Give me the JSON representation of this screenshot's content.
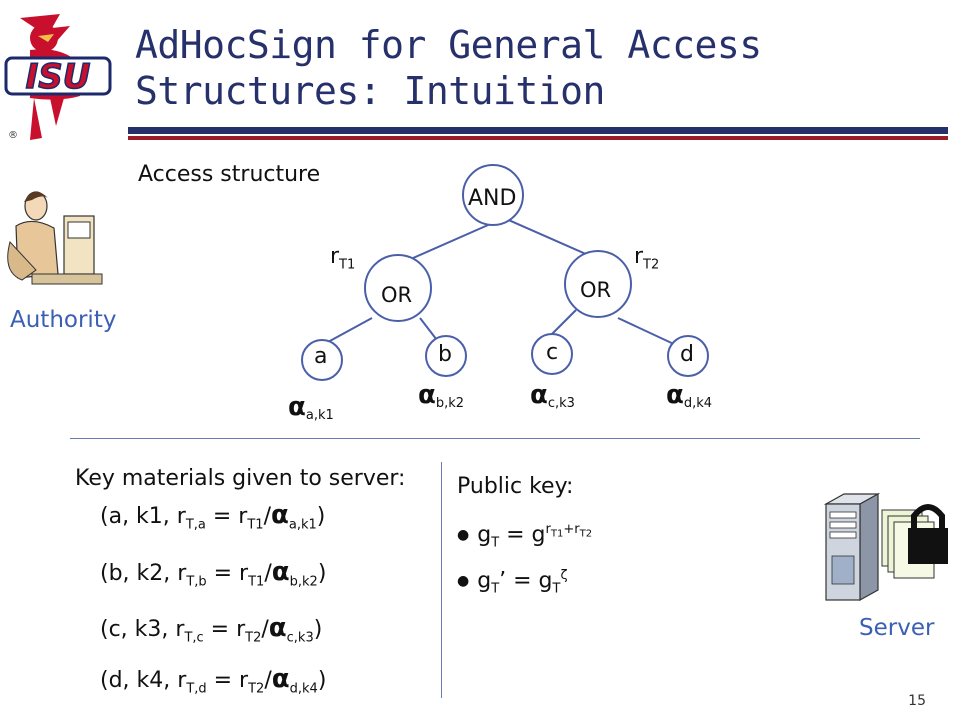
{
  "slide": {
    "title_line1": "AdHocSign for General Access",
    "title_line2": "Structures: Intuition",
    "page_number": "15"
  },
  "logo": {
    "text": "ISU",
    "mark": "®"
  },
  "authority": {
    "label": "Authority",
    "icon": "authority-person-icon"
  },
  "server": {
    "label": "Server",
    "icon": "server-lock-icon"
  },
  "access_structure": {
    "heading": "Access structure",
    "root": "AND",
    "left": "OR",
    "right": "OR",
    "edge_left": "r",
    "edge_left_sub": "T1",
    "edge_right": "r",
    "edge_right_sub": "T2",
    "leaves": [
      "a",
      "b",
      "c",
      "d"
    ],
    "alpha_symbol": "α",
    "alpha_subs": [
      "a,k1",
      "b,k2",
      "c,k3",
      "d,k4"
    ]
  },
  "key_materials": {
    "heading": "Key materials given to server:",
    "rows": [
      {
        "prefix": "(a, k1, r",
        "sub1": "T,a",
        "eq": " = r",
        "sub2": "T1",
        "slash": "/",
        "alpha": "α",
        "sub3": "a,k1",
        "close": ")"
      },
      {
        "prefix": "(b, k2, r",
        "sub1": "T,b",
        "eq": " = r",
        "sub2": "T1",
        "slash": "/",
        "alpha": "α",
        "sub3": "b,k2",
        "close": ")"
      },
      {
        "prefix": "(c, k3, r",
        "sub1": "T,c",
        "eq": " = r",
        "sub2": "T2",
        "slash": "/",
        "alpha": "α",
        "sub3": "c,k3",
        "close": ")"
      },
      {
        "prefix": "(d, k4, r",
        "sub1": "T,d",
        "eq": " = r",
        "sub2": "T2",
        "slash": "/",
        "alpha": "α",
        "sub3": "d,k4",
        "close": ")"
      }
    ]
  },
  "public_key": {
    "heading": "Public key:",
    "line1": {
      "a": "g",
      "a_sub": "T",
      "eq": " = g",
      "sup_r1": "r",
      "sup_t1": "T1",
      "sup_plus": "+r",
      "sup_t2": "T2"
    },
    "line2": {
      "a": "g",
      "a_sub": "T",
      "prime": "’",
      "eq": " = g",
      "b_sub": "T",
      "sup": "ζ"
    }
  },
  "colors": {
    "title": "#26306b",
    "accent_blue": "#25306a",
    "accent_red": "#9a1c27",
    "label_blue": "#3b5fb5",
    "line": "#4a5fa9"
  }
}
